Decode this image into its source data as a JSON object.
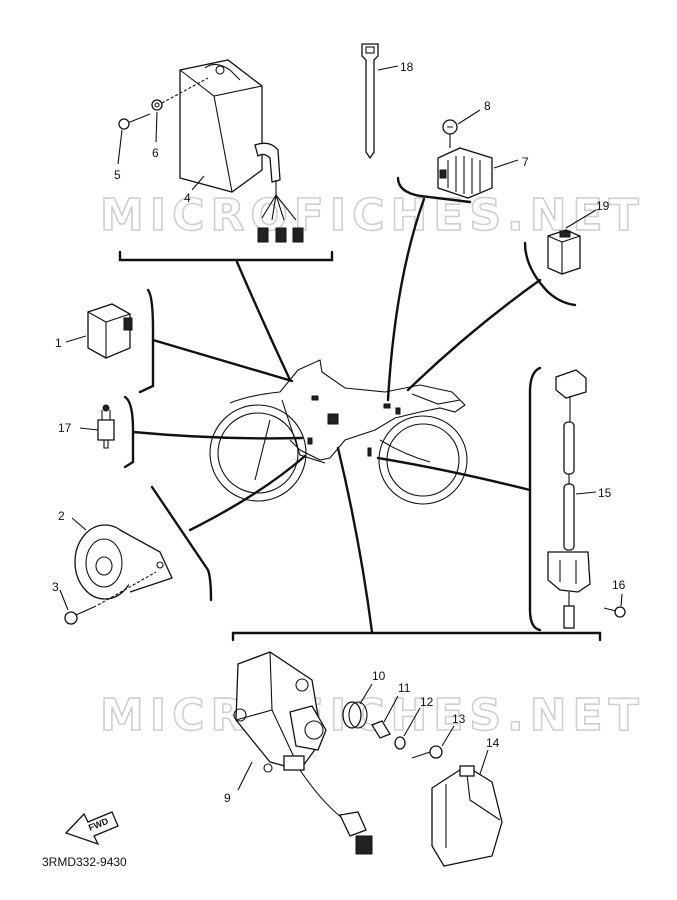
{
  "diagram": {
    "watermarks": [
      "MICROFICHES.NET",
      "MICROFICHES.NET"
    ],
    "drawing_code": "3RMD332-9430",
    "fwd_label": "FWD",
    "callouts": [
      "1",
      "2",
      "3",
      "4",
      "5",
      "6",
      "7",
      "8",
      "9",
      "10",
      "11",
      "12",
      "13",
      "14",
      "15",
      "16",
      "17",
      "18",
      "19"
    ]
  }
}
